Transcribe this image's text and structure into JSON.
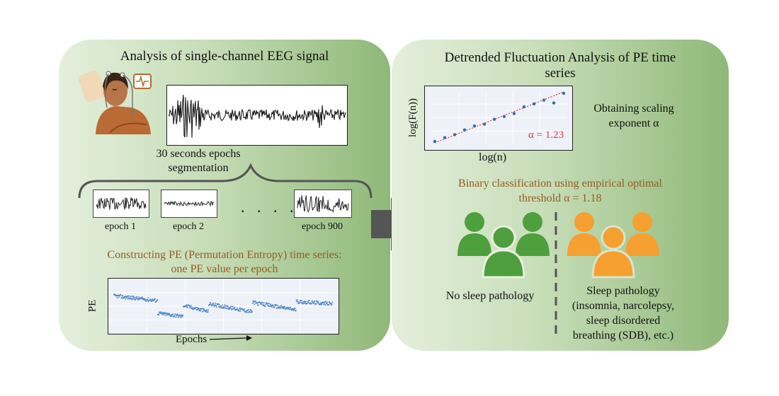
{
  "left": {
    "title": "Analysis of single-channel EEG signal",
    "seg_line1": "30 seconds epochs",
    "seg_line2": "segmentation",
    "epochs": [
      "epoch 1",
      "epoch 2",
      "epoch 900"
    ],
    "ellipsis": ". . . .",
    "pe_line1": "Constructing PE (Permutation Entropy) time series:",
    "pe_line2": "one PE value per epoch",
    "pe_ylabel": "PE",
    "pe_xlabel": "Epochs"
  },
  "right": {
    "title_line1": "Detrended Fluctuation Analysis of PE time",
    "title_line2": "series",
    "dfa_ylabel": "log(F(n))",
    "dfa_xlabel": "log(n)",
    "alpha_label": "α = 1.23",
    "scaling_line1": "Obtaining scaling",
    "scaling_line2": "exponent α",
    "class_line1": "Binary classification  using empirical optimal",
    "class_line2": "threshold α = 1.18",
    "no_path": "No sleep pathology",
    "path_line1": "Sleep pathology",
    "path_line2": "(insomnia, narcolepsy,",
    "path_line3": "sleep disordered",
    "path_line4": "breathing (SDB), etc.)"
  },
  "colors": {
    "healthy": "#4e9f3d",
    "pathology": "#f5a031",
    "accent_text": "#9a5a1e",
    "fit_line": "#e03a3a",
    "points": "#2f6fb0"
  },
  "chart_data": [
    {
      "type": "scatter",
      "xlabel": "log(n)",
      "ylabel": "log(F(n))",
      "points": [
        [
          1,
          1.0
        ],
        [
          2,
          1.4
        ],
        [
          3,
          1.7
        ],
        [
          4,
          2.2
        ],
        [
          5,
          2.6
        ],
        [
          6,
          2.8
        ],
        [
          7,
          3.3
        ],
        [
          8,
          3.6
        ],
        [
          9,
          3.9
        ],
        [
          10,
          4.6
        ],
        [
          11,
          4.9
        ],
        [
          12,
          5.3
        ],
        [
          13,
          5.0
        ],
        [
          14,
          6.0
        ]
      ],
      "fit": {
        "slope": 1.23,
        "label": "α = 1.23"
      }
    },
    {
      "type": "scatter",
      "xlabel": "Epochs",
      "ylabel": "PE",
      "segments": [
        {
          "x": [
            0,
            60
          ],
          "y": [
            0.72,
            0.62
          ]
        },
        {
          "x": [
            60,
            95
          ],
          "y": [
            0.35,
            0.28
          ]
        },
        {
          "x": [
            95,
            130
          ],
          "y": [
            0.52,
            0.38
          ]
        },
        {
          "x": [
            130,
            190
          ],
          "y": [
            0.55,
            0.38
          ]
        },
        {
          "x": [
            190,
            250
          ],
          "y": [
            0.58,
            0.42
          ]
        },
        {
          "x": [
            250,
            300
          ],
          "y": [
            0.6,
            0.55
          ]
        }
      ]
    }
  ]
}
